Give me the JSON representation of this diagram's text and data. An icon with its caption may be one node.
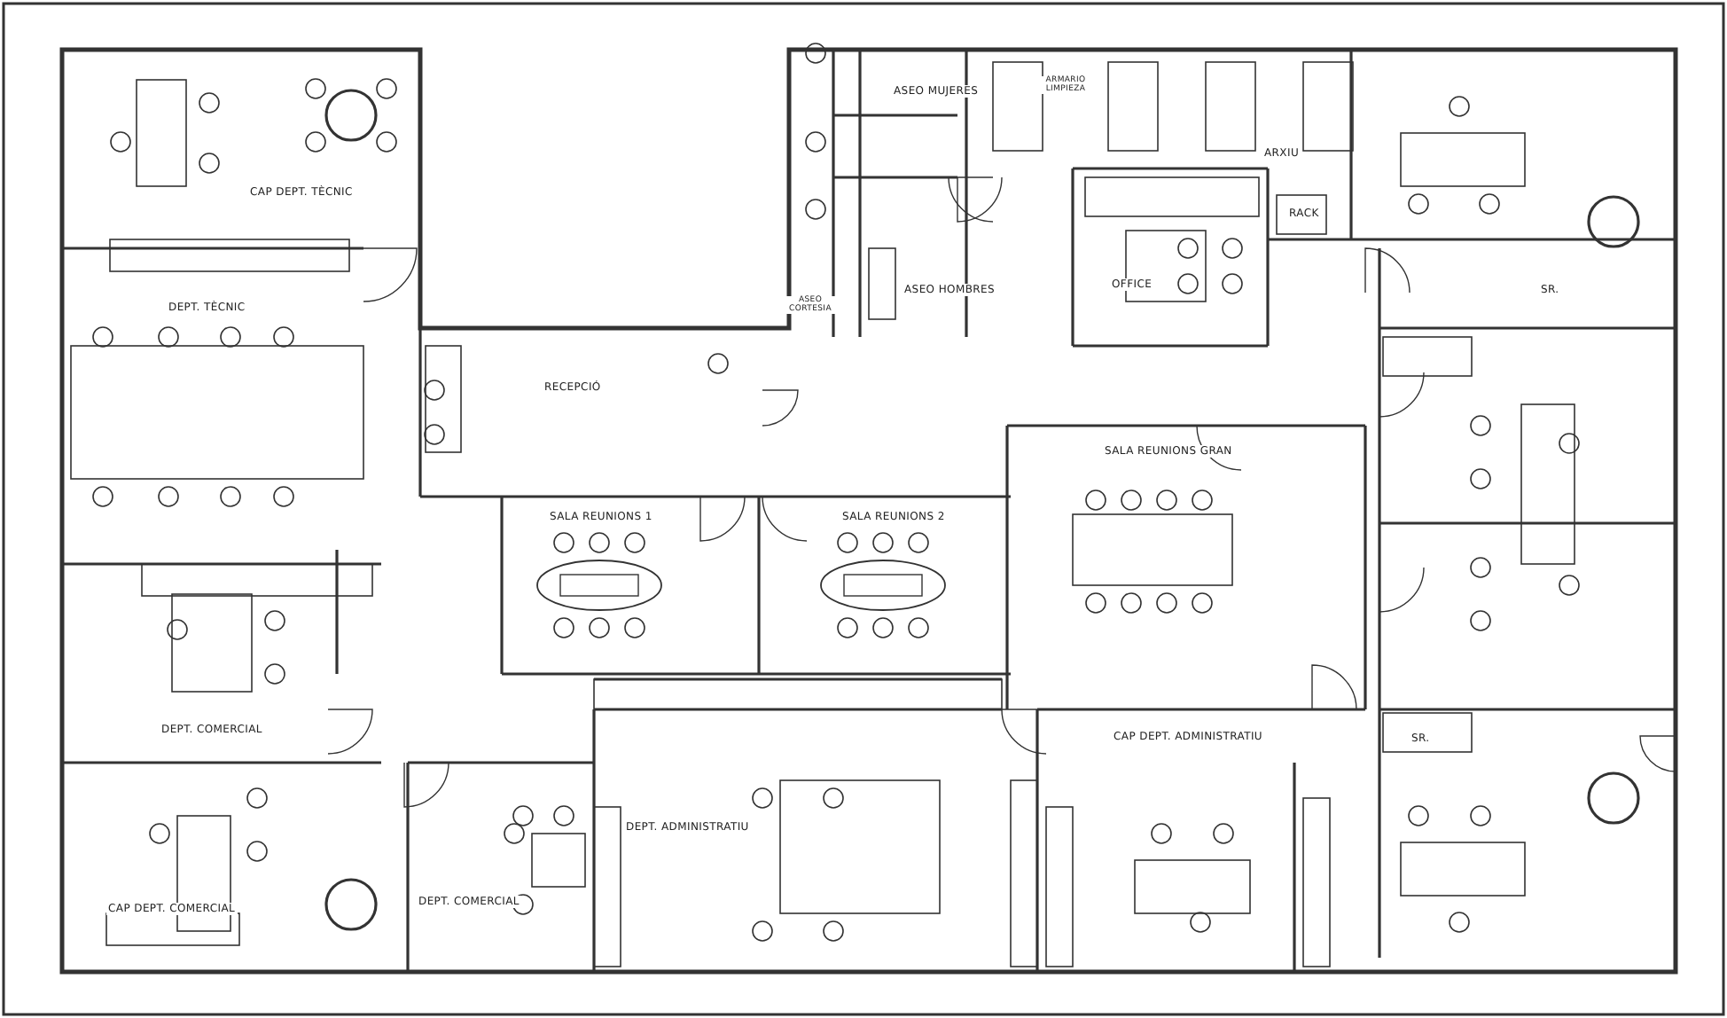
{
  "diagram": {
    "labels": [
      "CAP DEPT. TÈCNIC",
      "DEPT. TÈCNIC",
      "RECEPCIÓ",
      "ASEO MUJERES",
      "ARMARIO LIMPIEZA",
      "ARXIU",
      "RACK",
      "ASEO CORTESIA",
      "ASEO HOMBRES",
      "OFFICE",
      "SR.",
      "SALA REUNIONS GRAN",
      "SALA REUNIONS 1",
      "SALA REUNIONS 2",
      "DEPT. COMERCIAL",
      "CAP DEPT. ADMINISTRATIU",
      "SR.",
      "DEPT. ADMINISTRATIU",
      "CAP DEPT. COMERCIAL",
      "DEPT. COMERCIAL"
    ]
  }
}
